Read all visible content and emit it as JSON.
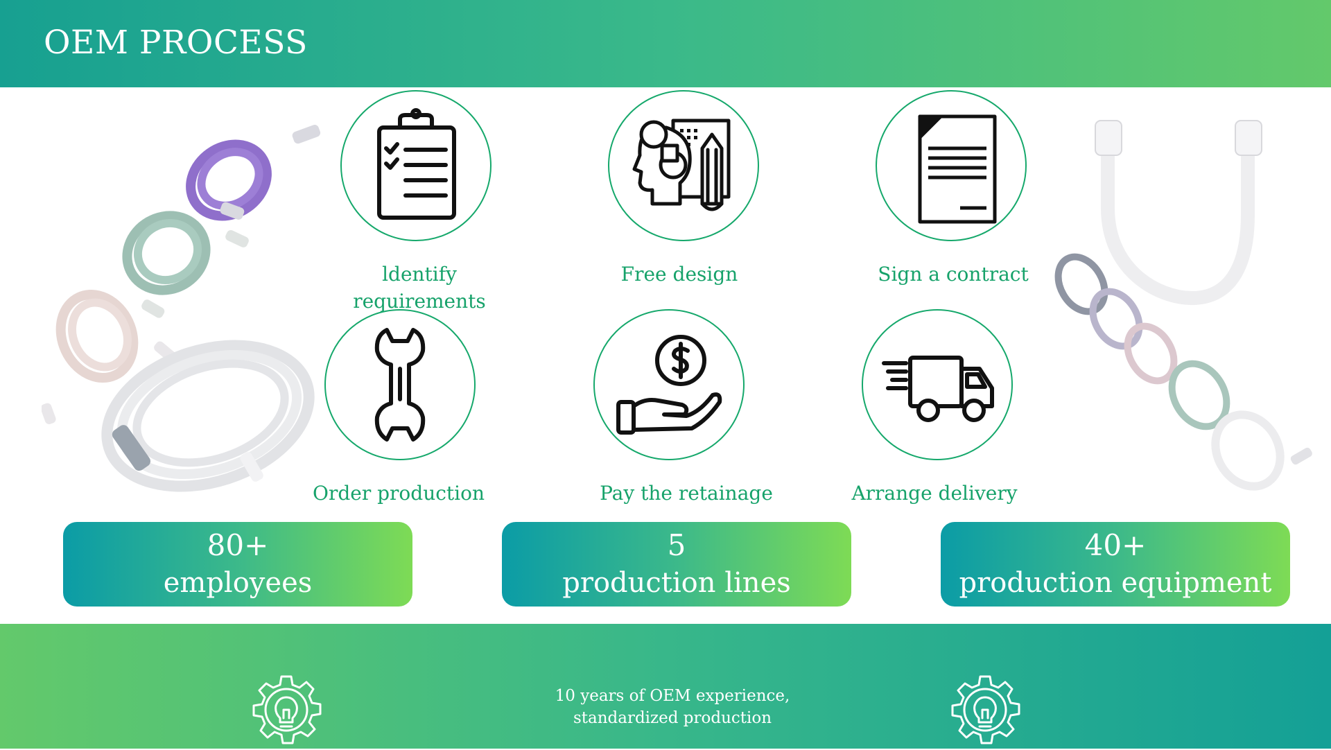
{
  "header": {
    "title": "OEM PROCESS"
  },
  "steps": [
    {
      "label": "ldentify\nrequirements",
      "icon": "clipboard-icon"
    },
    {
      "label": "Free design",
      "icon": "design-icon"
    },
    {
      "label": "Sign a contract",
      "icon": "contract-document-icon"
    },
    {
      "label": "Order production",
      "icon": "wrench-icon"
    },
    {
      "label": "Pay the retainage",
      "icon": "hand-dollar-icon"
    },
    {
      "label": "Arrange delivery",
      "icon": "delivery-truck-icon"
    }
  ],
  "stats": [
    {
      "value": "80+",
      "label": "employees"
    },
    {
      "value": "5",
      "label": "production lines"
    },
    {
      "value": "40+",
      "label": "production equipment"
    }
  ],
  "footer": {
    "line1": "10 years of OEM experience,",
    "line2": "standardized production"
  },
  "colors": {
    "accent_green": "#16a26a",
    "header_start": "#17a091",
    "header_end": "#63c96b",
    "stat_start": "#0b9ca6",
    "stat_end": "#7edb55"
  }
}
